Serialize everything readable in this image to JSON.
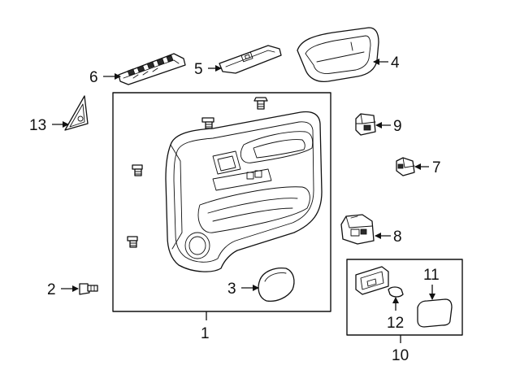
{
  "diagram": {
    "callouts": [
      {
        "id": "1",
        "label": "1"
      },
      {
        "id": "2",
        "label": "2"
      },
      {
        "id": "3",
        "label": "3"
      },
      {
        "id": "4",
        "label": "4"
      },
      {
        "id": "5",
        "label": "5"
      },
      {
        "id": "6",
        "label": "6"
      },
      {
        "id": "7",
        "label": "7"
      },
      {
        "id": "8",
        "label": "8"
      },
      {
        "id": "9",
        "label": "9"
      },
      {
        "id": "10",
        "label": "10"
      },
      {
        "id": "11",
        "label": "11"
      },
      {
        "id": "12",
        "label": "12"
      },
      {
        "id": "13",
        "label": "13"
      }
    ],
    "colors": {
      "line": "#111111",
      "background": "#ffffff",
      "fill": "#f4f4f4"
    }
  }
}
